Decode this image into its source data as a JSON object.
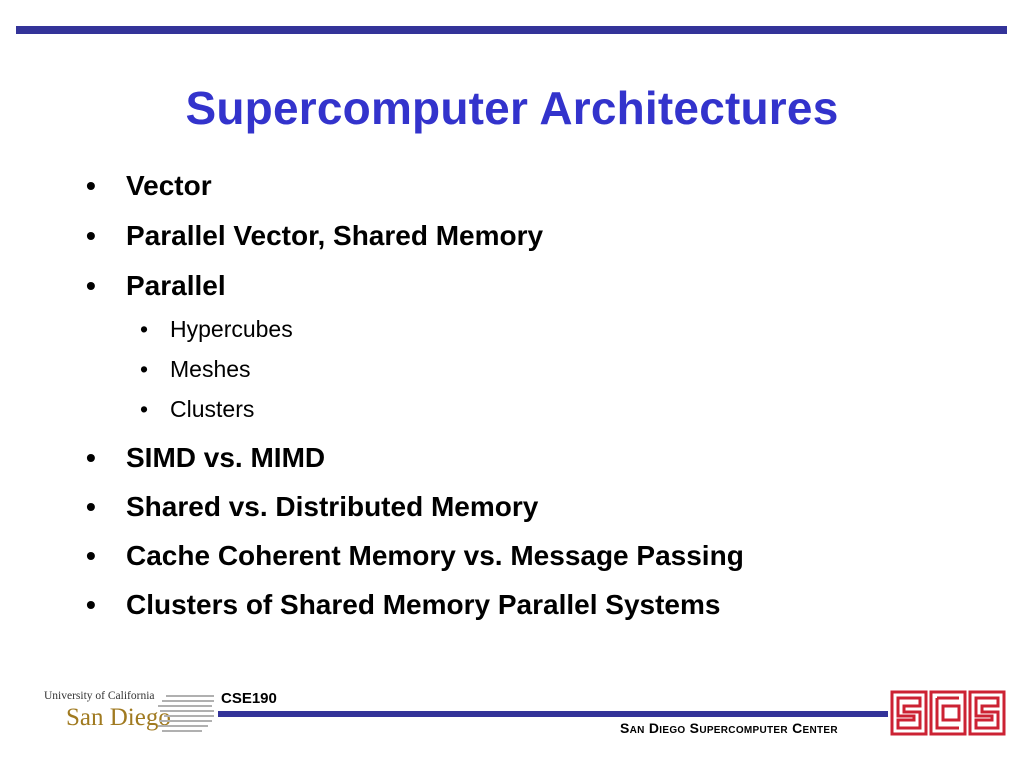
{
  "slide": {
    "title": "Supercomputer Architectures",
    "bullet_char": "•",
    "bullets": [
      {
        "text": "Vector"
      },
      {
        "text": "Parallel Vector, Shared Memory"
      },
      {
        "text": "Parallel",
        "subitems": [
          "Hypercubes",
          "Meshes",
          "Clusters"
        ]
      },
      {
        "text": "SIMD vs. MIMD"
      },
      {
        "text": "Shared vs. Distributed Memory"
      },
      {
        "text": "Cache Coherent Memory vs. Message Passing"
      },
      {
        "text": "Clusters of Shared Memory Parallel Systems"
      }
    ]
  },
  "footer": {
    "course": "CSE190",
    "center": "San Diego Supercomputer Center",
    "university_line1": "University of California",
    "university_line2": "San Diego"
  },
  "colors": {
    "title": "#3333cc",
    "rule": "#333399",
    "logo_red": "#cc2233",
    "uc_gold": "#a07a20"
  }
}
